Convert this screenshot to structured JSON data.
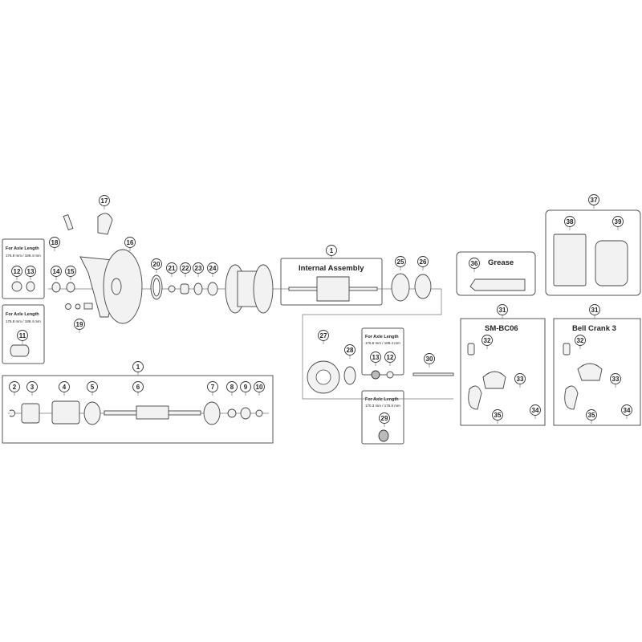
{
  "diagram": {
    "box_labels": {
      "axle_a": "For Axle Length",
      "axle_a_values": "176.8 mm / 189.4 mm",
      "axle_b": "For Axle Length",
      "axle_b_values": "170.3 mm / 176.8 mm",
      "internal_assembly": "Internal Assembly",
      "grease": "Grease",
      "sm_bc06": "SM-BC06",
      "bell_crank": "Bell Crank 3"
    },
    "callouts": [
      "17",
      "18",
      "16",
      "14",
      "15",
      "19",
      "12",
      "13",
      "11",
      "20",
      "21",
      "22",
      "23",
      "24",
      "1",
      "25",
      "26",
      "36",
      "37",
      "38",
      "39",
      "31",
      "31",
      "32",
      "32",
      "33",
      "33",
      "34",
      "34",
      "35",
      "35",
      "27",
      "28",
      "13",
      "12",
      "30",
      "29",
      "1",
      "2",
      "3",
      "4",
      "5",
      "6",
      "7",
      "8",
      "9",
      "10"
    ]
  }
}
